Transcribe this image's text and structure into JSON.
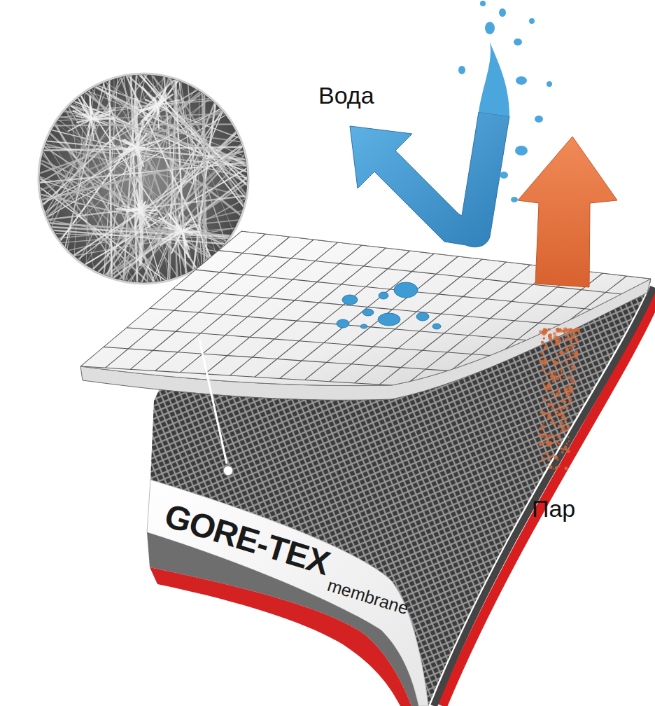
{
  "diagram": {
    "nodes": [
      {
        "text": [
          "GORE-TEX",
          "membrane"
        ]
      }
    ],
    "labels": [
      "Вода",
      "Пар"
    ]
  }
}
